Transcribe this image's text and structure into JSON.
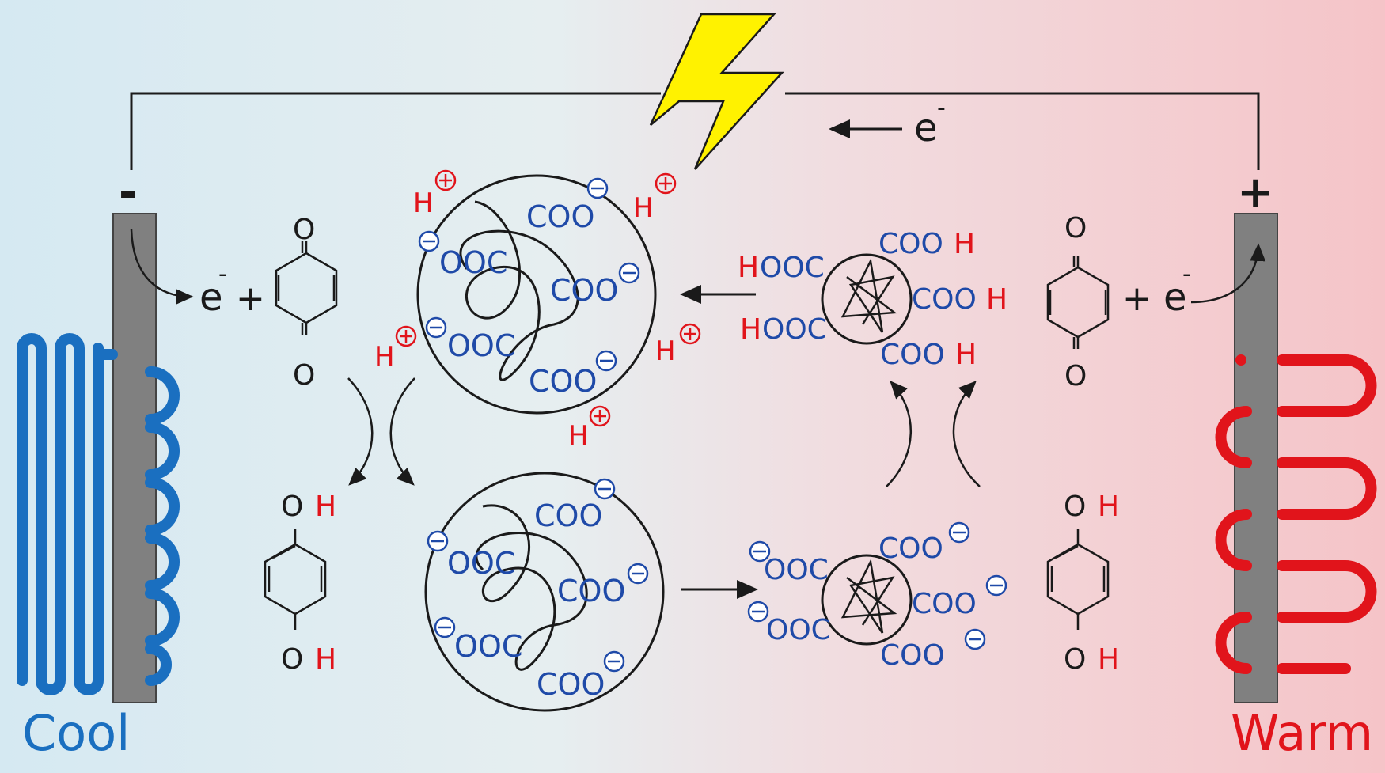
{
  "colors": {
    "cool": "#1a6fc0",
    "warm": "#e1141b",
    "anion": "#1f4aa8",
    "proton": "#e1141b",
    "bolt": "#fff200",
    "electrode": "#808080"
  },
  "labels": {
    "cool": "Cool",
    "warm": "Warm",
    "neg_terminal": "-",
    "pos_terminal": "+",
    "electron": "e",
    "electron_charge": "-",
    "plus": "+",
    "oxygen": "O",
    "hydrogen": "H",
    "coo": "COO",
    "ooc": "OOC",
    "cooh_c": "COO",
    "hooc_c": "OOC"
  },
  "icons": [
    "lightning-bolt-icon",
    "radiator-coil-icon",
    "benzoquinone-icon",
    "hydroquinone-icon",
    "polymer-globule-icon",
    "anion-minus-icon",
    "proton-plus-icon"
  ]
}
